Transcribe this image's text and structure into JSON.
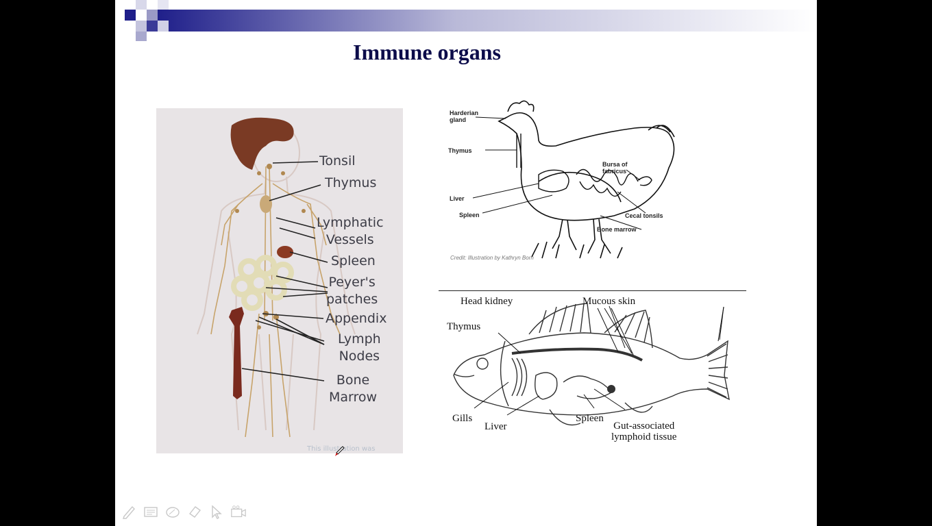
{
  "slide": {
    "title": "Immune organs"
  },
  "colors": {
    "title": "#0c0c4a",
    "header_dark": "#1f1f8a",
    "header_light": "#b9b9d8",
    "human_bg": "#e8e4e6",
    "hair": "#7a3a24",
    "lymph_lines": "#c7a36a"
  },
  "human_figure": {
    "labels": {
      "tonsil": "Tonsil",
      "thymus": "Thymus",
      "lymphatic_vessels": "Lymphatic\nVessels",
      "spleen": "Spleen",
      "peyers_patches": "Peyer's\npatches",
      "appendix": "Appendix",
      "lymph_nodes": "Lymph\nNodes",
      "bone_marrow": "Bone\nMarrow"
    },
    "watermark": "This illustration was"
  },
  "chicken_figure": {
    "labels": {
      "harderian_gland": "Harderian\ngland",
      "thymus": "Thymus",
      "bursa": "Bursa of\nfabricus",
      "liver": "Liver",
      "spleen": "Spleen",
      "cecal_tonsils": "Cecal tonsils",
      "bone_marrow": "Bone marrow"
    },
    "credit": "Credit: Illustration by Kathryn Born"
  },
  "fish_figure": {
    "labels": {
      "head_kidney": "Head kidney",
      "mucous_skin": "Mucous skin",
      "thymus": "Thymus",
      "gills": "Gills",
      "liver": "Liver",
      "spleen": "Spleen",
      "galt": "Gut-associated\nlymphoid tissue"
    }
  },
  "toolbar": {
    "icons": [
      "pen-icon",
      "slides-icon",
      "shape-icon",
      "eraser-icon",
      "pointer-icon",
      "camera-icon"
    ]
  }
}
